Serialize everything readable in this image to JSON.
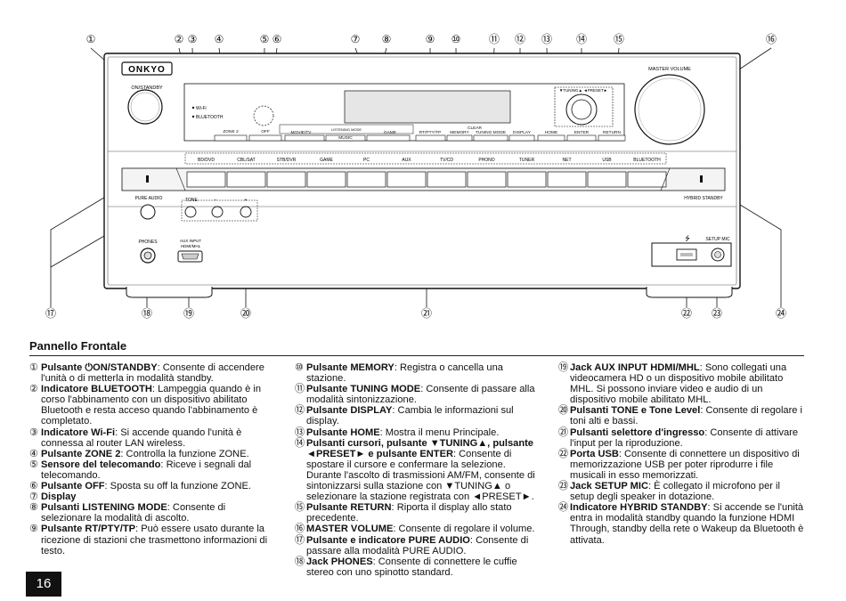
{
  "diagram": {
    "brand": "ONKYO",
    "callouts": [
      "①",
      "②",
      "③",
      "④",
      "⑤",
      "⑥",
      "⑦",
      "⑧",
      "⑨",
      "⑩",
      "⑪",
      "⑫",
      "⑬",
      "⑭",
      "⑮",
      "⑯",
      "⑰",
      "⑱",
      "⑲",
      "⑳",
      "㉑",
      "㉒",
      "㉓",
      "㉔"
    ],
    "labels": {
      "on_standby": "ON/STANDBY",
      "wifi": "Wi-Fi",
      "bluetooth_ind": "BLUETOOTH",
      "zone2": "ZONE 2",
      "off": "OFF",
      "listening_mode": "LISTENING MODE",
      "movie_tv": "MOVIE/TV",
      "music": "MUSIC",
      "game_lm": "GAME",
      "rt_pty_tp": "RT/PTY/TP",
      "clear": "CLEAR",
      "memory": "MEMORY",
      "tuning_mode": "TUNING MODE",
      "display": "DISPLAY",
      "home": "HOME",
      "enter": "ENTER",
      "return": "RETURN",
      "tuning_preset": "▼TUNING▲ ◄PRESET►",
      "master_volume": "MASTER VOLUME",
      "pure_audio": "PURE AUDIO",
      "tone": "TONE",
      "minus": "−",
      "plus": "+",
      "hybrid_standby": "HYBRID STANDBY",
      "phones": "PHONES",
      "aux_input": "AUX INPUT",
      "hdmi_mhl": "HDMI/MHL",
      "setup_mic": "SETUP MIC",
      "usb_symbol": "⭍"
    },
    "selectors": [
      "BD/DVD",
      "CBL/SAT",
      "STB/DVR",
      "GAME",
      "PC",
      "AUX",
      "TV/CD",
      "PHONO",
      "TUNER",
      "NET",
      "USB",
      "BLUETOOTH"
    ]
  },
  "section_title": "Pannello Frontale",
  "col1": [
    {
      "num": "①",
      "bold": "Pulsante ⏻ON/STANDBY",
      "text": ": Consente di accendere l'unità o di metterla in modalità standby."
    },
    {
      "num": "②",
      "bold": "Indicatore BLUETOOTH",
      "text": ": Lampeggia quando è in corso l'abbinamento con un dispositivo abilitato Bluetooth e resta acceso quando l'abbinamento è completato."
    },
    {
      "num": "③",
      "bold": "Indicatore Wi-Fi",
      "text": ": Si accende quando l'unità è connessa al router LAN wireless."
    },
    {
      "num": "④",
      "bold": "Pulsante ZONE 2",
      "text": ": Controlla la funzione ZONE."
    },
    {
      "num": "⑤",
      "bold": "Sensore del telecomando",
      "text": ": Riceve i segnali dal telecomando."
    },
    {
      "num": "⑥",
      "bold": "Pulsante OFF",
      "text": ": Sposta su off la funzione ZONE."
    },
    {
      "num": "⑦",
      "bold": "Display",
      "text": ""
    },
    {
      "num": "⑧",
      "bold": "Pulsanti LISTENING MODE",
      "text": ": Consente di selezionare la modalità di ascolto."
    },
    {
      "num": "⑨",
      "bold": "Pulsante RT/PTY/TP",
      "text": ": Può essere usato durante la ricezione di stazioni che trasmettono informazioni di testo."
    }
  ],
  "col2": [
    {
      "num": "⑩",
      "bold": "Pulsante MEMORY",
      "text": ": Registra o cancella una stazione."
    },
    {
      "num": "⑪",
      "bold": "Pulsante TUNING MODE",
      "text": ": Consente di passare alla modalità sintonizzazione."
    },
    {
      "num": "⑫",
      "bold": "Pulsante DISPLAY",
      "text": ": Cambia le informazioni sul display."
    },
    {
      "num": "⑬",
      "bold": "Pulsante HOME",
      "text": ": Mostra il menu Principale."
    },
    {
      "num": "⑭",
      "bold": "Pulsanti cursori, pulsante ▼TUNING▲, pulsante ◄PRESET► e pulsante ENTER",
      "text": ": Consente di spostare il cursore e confermare la selezione. Durante l'ascolto di trasmissioni AM/FM, consente di sintonizzarsi sulla stazione con ▼TUNING▲ o selezionare la stazione registrata con ◄PRESET►."
    },
    {
      "num": "⑮",
      "bold": "Pulsante RETURN",
      "text": ": Riporta il display allo stato precedente."
    },
    {
      "num": "⑯",
      "bold": "MASTER VOLUME",
      "text": ": Consente di regolare il volume."
    },
    {
      "num": "⑰",
      "bold": "Pulsante e indicatore PURE AUDIO",
      "text": ": Consente di passare alla modalità PURE AUDIO."
    },
    {
      "num": "⑱",
      "bold": "Jack PHONES",
      "text": ": Consente di connettere le cuffie stereo con uno spinotto standard."
    }
  ],
  "col3": [
    {
      "num": "⑲",
      "bold": "Jack AUX INPUT HDMI/MHL",
      "text": ": Sono collegati una videocamera HD o un dispositivo mobile abilitato MHL. Si possono inviare video e audio di un dispositivo mobile abilitato MHL."
    },
    {
      "num": "⑳",
      "bold": "Pulsanti TONE e Tone Level",
      "text": ": Consente di regolare i toni alti e bassi."
    },
    {
      "num": "㉑",
      "bold": "Pulsanti selettore d'ingresso",
      "text": ": Consente di attivare l'input per la riproduzione."
    },
    {
      "num": "㉒",
      "bold": "Porta USB",
      "text": ": Consente di connettere un dispositivo di memorizzazione USB per poter riprodurre i file musicali in esso memorizzati."
    },
    {
      "num": "㉓",
      "bold": "Jack SETUP MIC",
      "text": ": È collegato il microfono per il setup degli speaker in dotazione."
    },
    {
      "num": "㉔",
      "bold": "Indicatore HYBRID STANDBY",
      "text": ": Si accende se l'unità entra in modalità standby quando la funzione HDMI Through, standby della rete o Wakeup da Bluetooth è attivata."
    }
  ],
  "page_number": "16"
}
